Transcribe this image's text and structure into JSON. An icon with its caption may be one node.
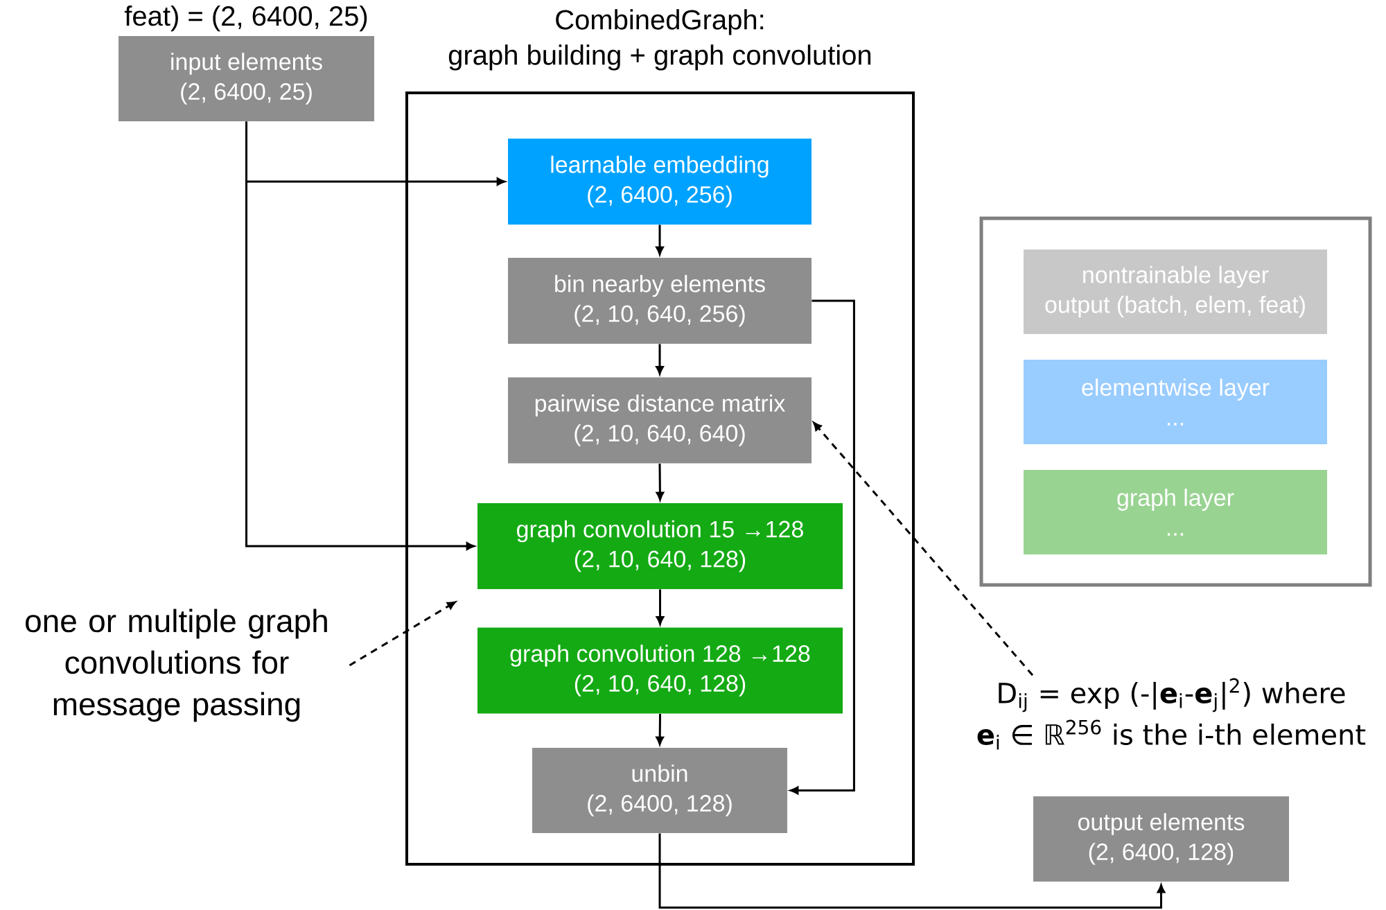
{
  "diagram": {
    "nodes": [
      {
        "text": [
          "input elements",
          "(2, 6400, 25)"
        ],
        "beside": [
          "feat) = (2, 6400, 25)"
        ]
      },
      {
        "text": [
          "CombinedGraph:",
          "graph building + graph convolution"
        ]
      },
      {
        "text": [
          "learnable embedding",
          "(2, 6400, 256)"
        ],
        "in": 1
      },
      {
        "text": [
          "bin nearby elements",
          "(2, 10, 640, 256)"
        ],
        "in": 1
      },
      {
        "text": [
          "pairwise distance matrix",
          "(2, 10, 640, 640)"
        ],
        "in": 1
      },
      {
        "text": [
          "graph convolution 15 →128",
          "(2, 10, 640, 128)"
        ],
        "in": 1
      },
      {
        "text": [
          "graph convolution 128 →128",
          "(2, 10, 640, 128)"
        ],
        "in": 1
      },
      {
        "text": [
          "unbin",
          "(2, 6400, 128)"
        ],
        "in": 1
      },
      {
        "text": [],
        "shape": "box"
      },
      {
        "text": [
          "nontrainable layer",
          "output (batch, elem, feat)"
        ],
        "in": 8
      },
      {
        "text": [
          "elementwise layer",
          "..."
        ],
        "in": 8
      },
      {
        "text": [
          "graph layer",
          "..."
        ],
        "in": 8
      },
      {
        "text": [
          "output elements",
          "(2, 6400, 128)"
        ]
      },
      {
        "text": [
          "one or multiple graph convolutions for message passing"
        ]
      },
      {
        "text": [
          "D$_{ij}$ = exp (-|**e**$_{i}$-**e**$_{j}$|$^{2}$) where",
          "**e**$_{i}$ ∈ ℝ$^{256}$ is the i-th element"
        ]
      }
    ],
    "edges": [
      {
        "from": 0,
        "to": 2,
        "arrow": "to"
      },
      {
        "from": 0,
        "to": 5,
        "arrow": "to"
      },
      {
        "from": 2,
        "to": 3,
        "arrow": "to"
      },
      {
        "from": 3,
        "to": 4,
        "arrow": "to"
      },
      {
        "from": 4,
        "to": 5,
        "arrow": "to"
      },
      {
        "from": 5,
        "to": 6,
        "arrow": "to"
      },
      {
        "from": 6,
        "to": 7,
        "arrow": "to"
      },
      {
        "from": 3,
        "to": 7,
        "arrow": "to"
      },
      {
        "from": 7,
        "to": 12,
        "arrow": "to"
      },
      {
        "from": 14,
        "to": 4,
        "arrow": "to",
        "style": "dashed"
      },
      {
        "from": 13,
        "to": 5,
        "arrow": "to",
        "style": "dashed"
      }
    ]
  }
}
